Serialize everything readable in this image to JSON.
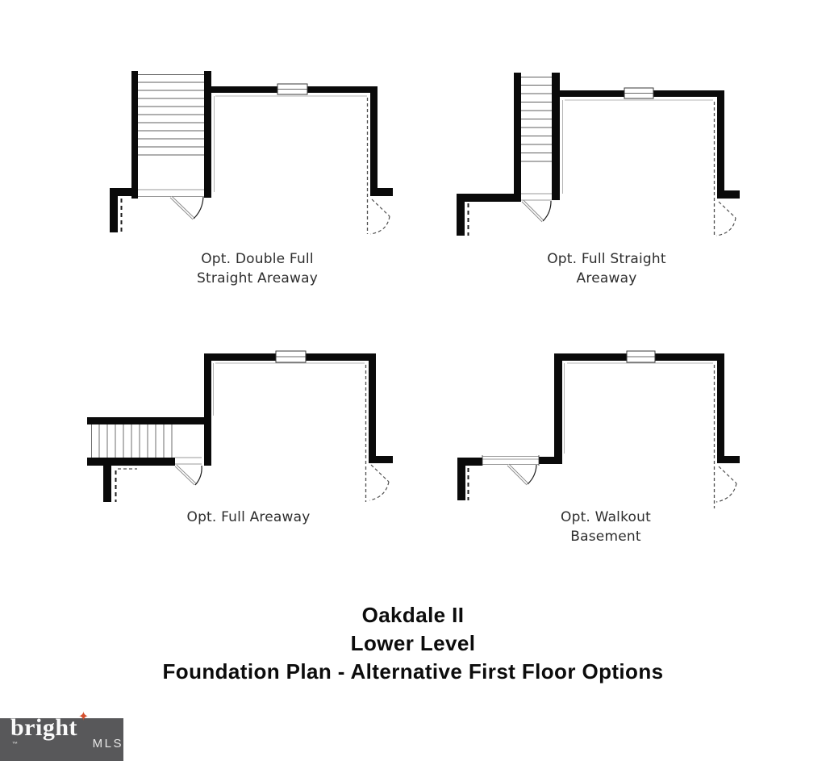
{
  "title": {
    "line1": "Oakdale II",
    "line2": "Lower Level",
    "line3": "Foundation Plan - Alternative First Floor Options"
  },
  "plans": [
    {
      "id": "double-full-straight-areaway",
      "caption_line1": "Opt. Double Full",
      "caption_line2": "Straight Areaway"
    },
    {
      "id": "full-straight-areaway",
      "caption_line1": "Opt. Full Straight",
      "caption_line2": "Areaway"
    },
    {
      "id": "full-areaway",
      "caption_line1": "Opt. Full Areaway",
      "caption_line2": ""
    },
    {
      "id": "walkout-basement",
      "caption_line1": "Opt. Walkout",
      "caption_line2": "Basement"
    }
  ],
  "logo": {
    "brand": "bright",
    "trademark": "™",
    "suffix": "MLS",
    "star_glyph": "✦",
    "star_color": "#d4502f",
    "background": "#58585a"
  },
  "colors": {
    "wall": "#0a0a0a",
    "caption_text": "#2e2e2e",
    "title_text": "#0c0c0c",
    "page_background": "#ffffff"
  }
}
